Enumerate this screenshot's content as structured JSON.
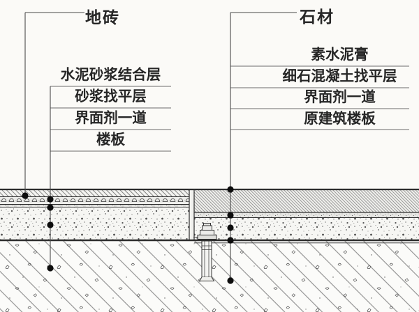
{
  "diagram": {
    "left_assembly": {
      "title": "地砖",
      "layer_labels": [
        "水泥砂浆结合层",
        "砂浆找平层",
        "界面剂一道",
        "楼板"
      ]
    },
    "right_assembly": {
      "title": "石材",
      "layer_labels": [
        "素水泥膏",
        "细石混凝土找平层",
        "界面剂一道",
        "原建筑楼板"
      ]
    },
    "colors": {
      "background": "#fbfaf7",
      "line_dark": "#2d2d2d",
      "leader_line": "#4a4a4a",
      "text": "#262626"
    }
  }
}
